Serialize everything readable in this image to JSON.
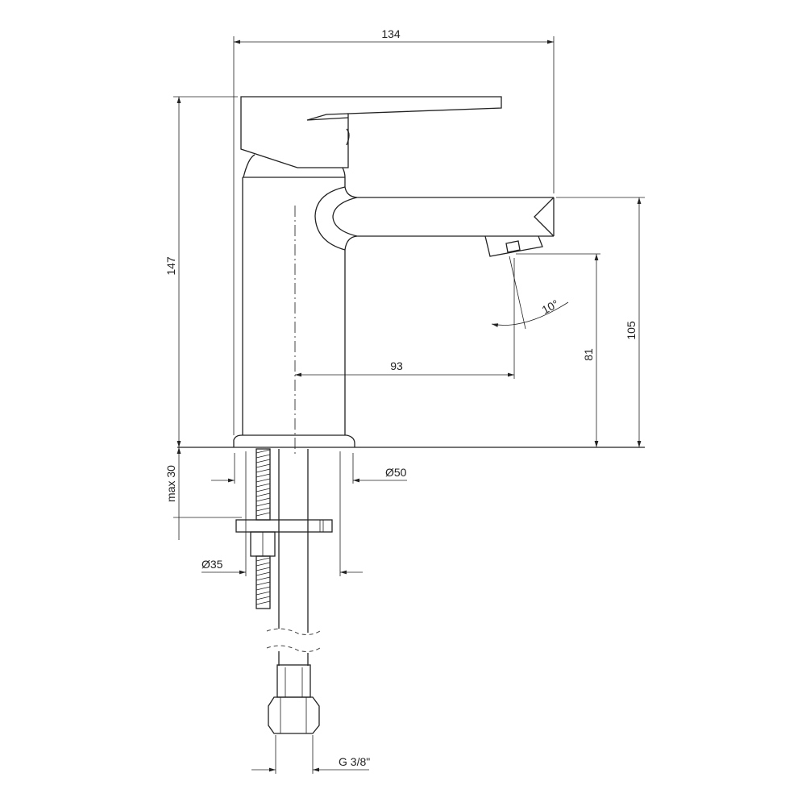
{
  "title": "Faucet technical drawing",
  "dimensions": {
    "overall_width": "134",
    "overall_height": "147",
    "spout_height": "105",
    "aerator_height": "81",
    "spout_reach": "93",
    "aerator_angle": "10°",
    "base_diameter": "Ø50",
    "max_counter_thickness": "max 30",
    "hole_diameter": "Ø35",
    "connection_thread": "G 3/8\""
  },
  "colors": {
    "line": "#222222",
    "background": "#ffffff"
  }
}
